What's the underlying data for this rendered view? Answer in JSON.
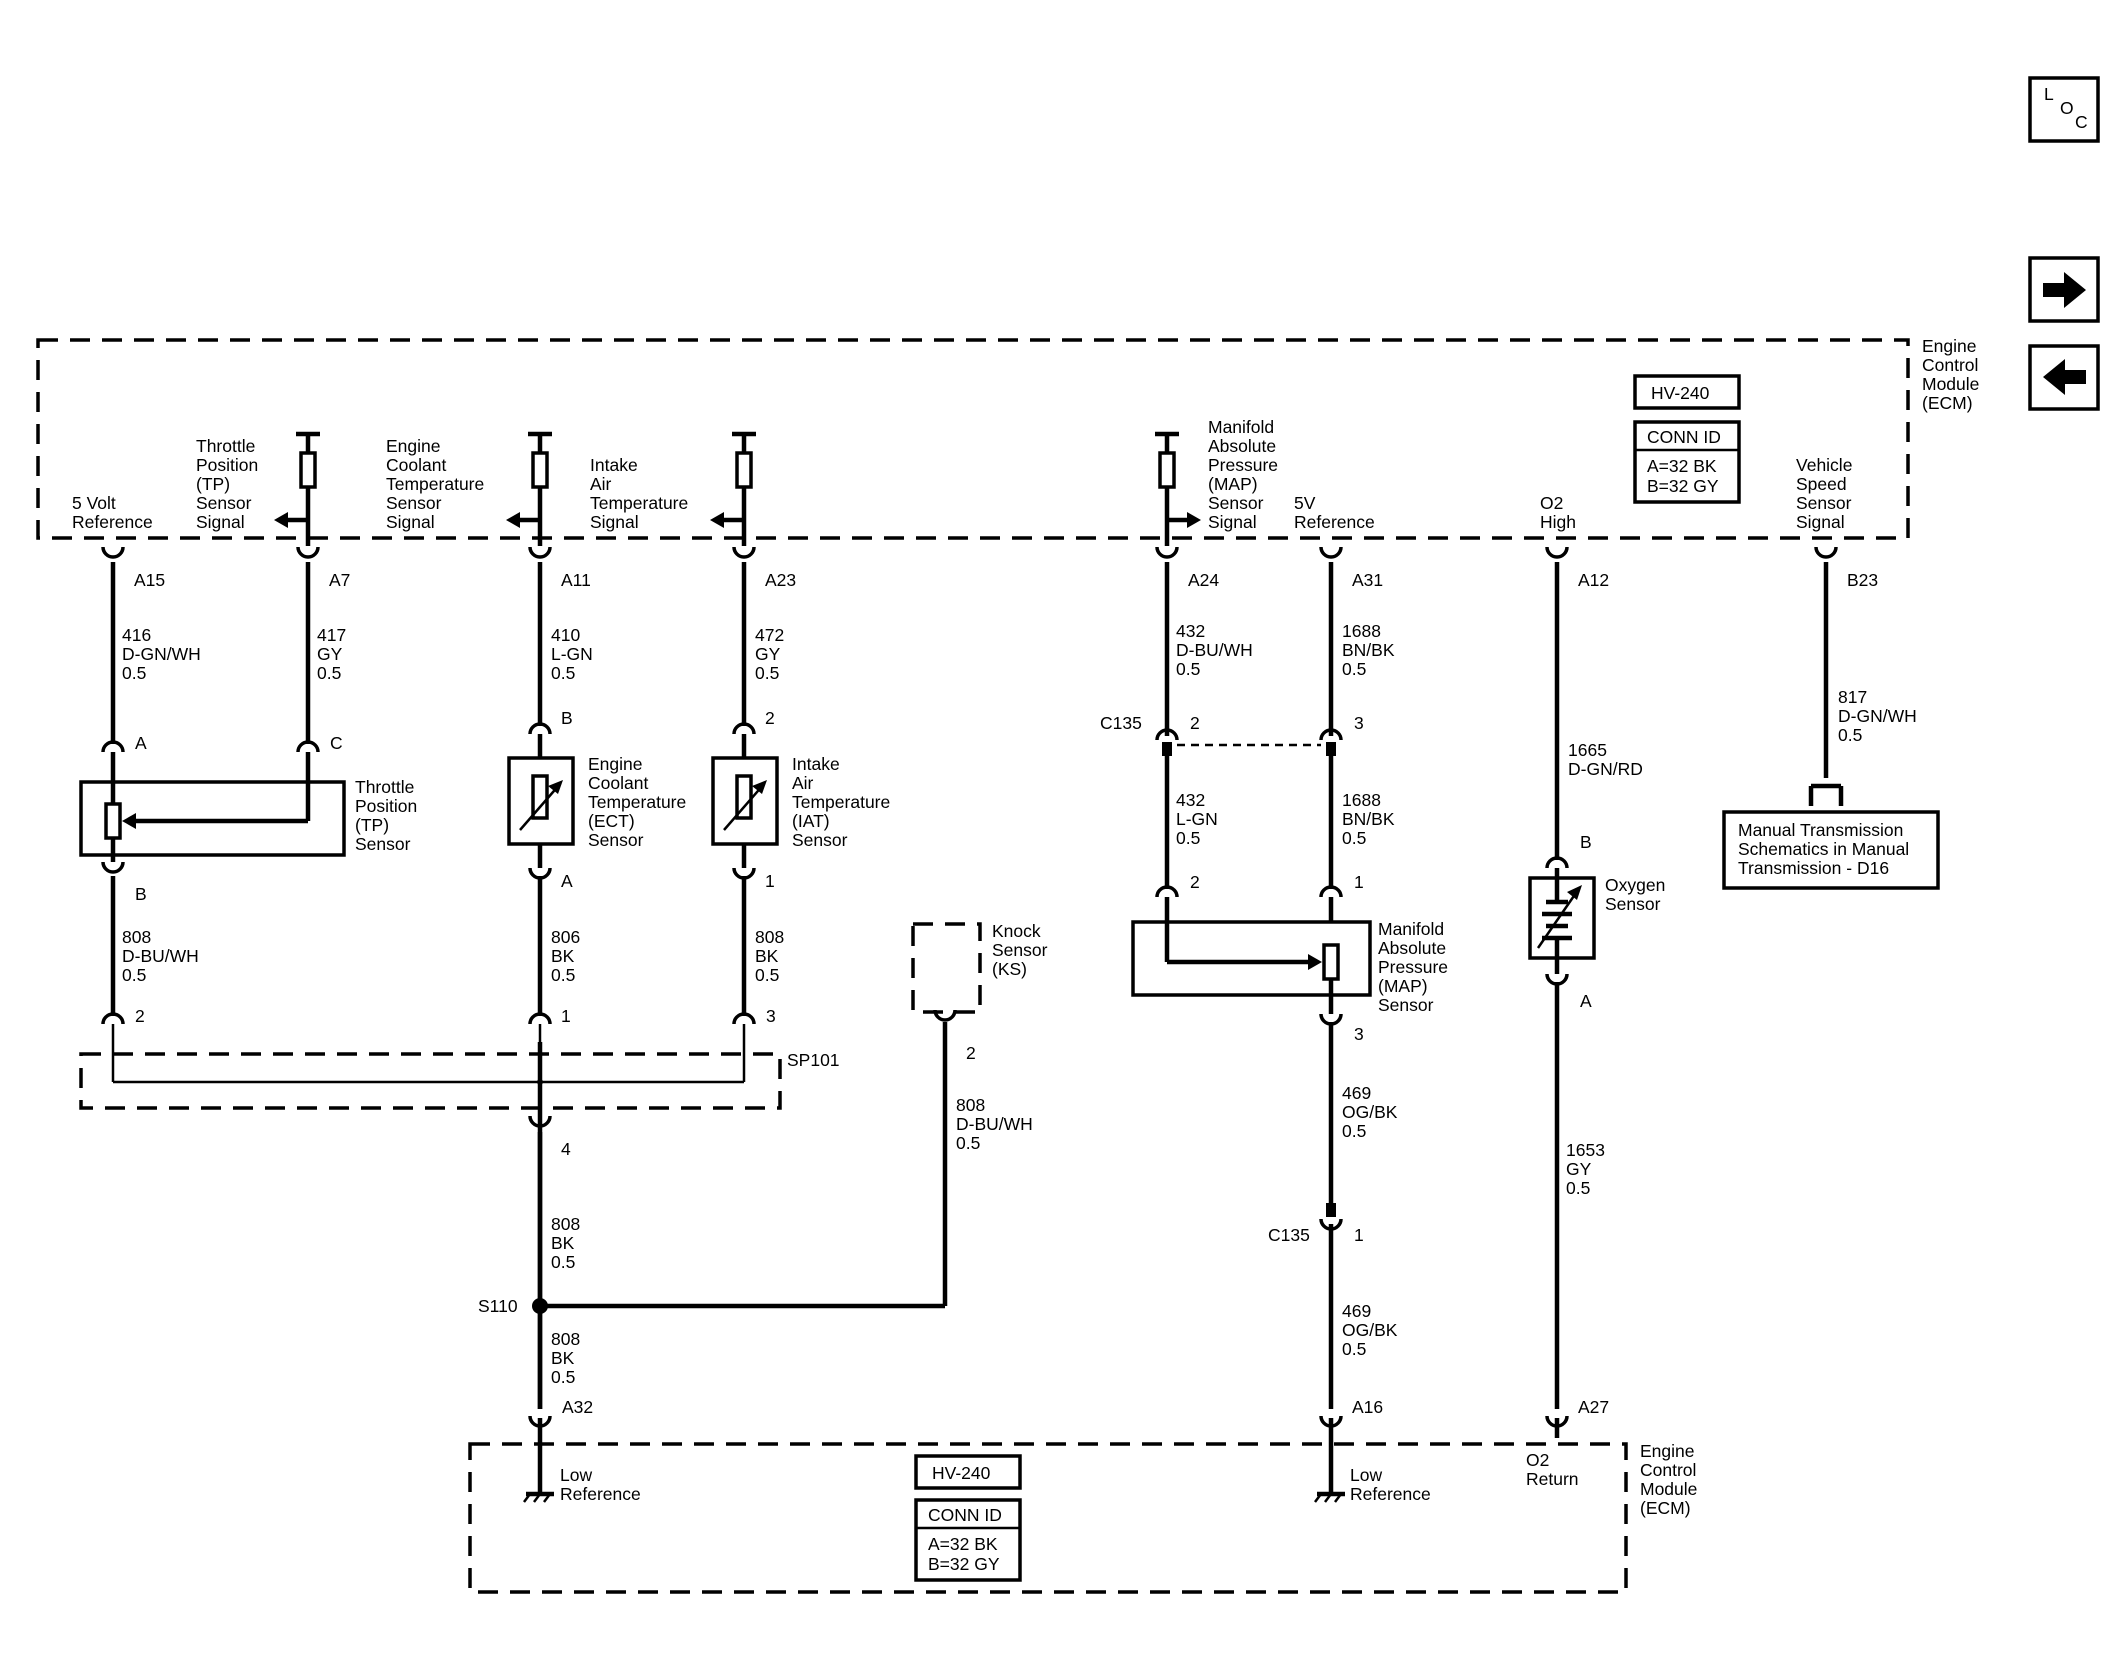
{
  "nav": {
    "loc": {
      "l": "L",
      "o": "O",
      "c": "C"
    },
    "forward_icon": "arrow-right-icon",
    "back_icon": "arrow-left-icon"
  },
  "ecm_top": {
    "name": [
      "Engine",
      "Control",
      "Module",
      "(ECM)"
    ],
    "hv": "HV-240",
    "conn_title": "CONN ID",
    "conn_a": "A=32 BK",
    "conn_b": "B=32 GY"
  },
  "ecm_bottom": {
    "name": [
      "Engine",
      "Control",
      "Module",
      "(ECM)"
    ],
    "hv": "HV-240",
    "conn_title": "CONN ID",
    "conn_a": "A=32 BK",
    "conn_b": "B=32 GY",
    "low_ref_1": [
      "Low",
      "Reference"
    ],
    "low_ref_2": [
      "Low",
      "Reference"
    ],
    "o2_return": [
      "O2",
      "Return"
    ]
  },
  "ecm_signals": {
    "five_volt_ref": [
      "5 Volt",
      "Reference"
    ],
    "tp_signal": [
      "Throttle",
      "Position",
      "(TP)",
      "Sensor",
      "Signal"
    ],
    "ect_signal": [
      "Engine",
      "Coolant",
      "Temperature",
      "Sensor",
      "Signal"
    ],
    "iat_signal": [
      "Intake",
      "Air",
      "Temperature",
      "Signal"
    ],
    "map_signal": [
      "Manifold",
      "Absolute",
      "Pressure",
      "(MAP)",
      "Sensor",
      "Signal"
    ],
    "five_v_ref": [
      "5V",
      "Reference"
    ],
    "o2_high": [
      "O2",
      "High"
    ],
    "vss_signal": [
      "Vehicle",
      "Speed",
      "Sensor",
      "Signal"
    ]
  },
  "pins": {
    "a15": "A15",
    "a7": "A7",
    "a11": "A11",
    "a23": "A23",
    "a24": "A24",
    "a31": "A31",
    "a12": "A12",
    "b23": "B23",
    "a32": "A32",
    "a16": "A16",
    "a27": "A27"
  },
  "wires": {
    "w416": [
      "416",
      "D-GN/WH",
      "0.5"
    ],
    "w417": [
      "417",
      "GY",
      "0.5"
    ],
    "w410": [
      "410",
      "L-GN",
      "0.5"
    ],
    "w472": [
      "472",
      "GY",
      "0.5"
    ],
    "w432a": [
      "432",
      "D-BU/WH",
      "0.5"
    ],
    "w1688a": [
      "1688",
      "BN/BK",
      "0.5"
    ],
    "w817": [
      "817",
      "D-GN/WH",
      "0.5"
    ],
    "w432b": [
      "432",
      "L-GN",
      "0.5"
    ],
    "w1688b": [
      "1688",
      "BN/BK",
      "0.5"
    ],
    "w1665": [
      "1665",
      "D-GN/RD"
    ],
    "w808tp": [
      "808",
      "D-BU/WH",
      "0.5"
    ],
    "w806ect": [
      "806",
      "BK",
      "0.5"
    ],
    "w808iat": [
      "808",
      "BK",
      "0.5"
    ],
    "w808ks": [
      "808",
      "D-BU/WH",
      "0.5"
    ],
    "w469a": [
      "469",
      "OG/BK",
      "0.5"
    ],
    "w1653": [
      "1653",
      "GY",
      "0.5"
    ],
    "w808s": [
      "808",
      "BK",
      "0.5"
    ],
    "w808g": [
      "808",
      "BK",
      "0.5"
    ],
    "w469b": [
      "469",
      "OG/BK",
      "0.5"
    ]
  },
  "terminals": {
    "tp_a": "A",
    "tp_c": "C",
    "tp_b": "B",
    "ect_b": "B",
    "ect_a": "A",
    "iat_2": "2",
    "iat_1": "1",
    "map_2": "2",
    "map_1": "1",
    "map_3": "3",
    "o2_b": "B",
    "o2_a": "A",
    "sp_2": "2",
    "sp_1": "1",
    "sp_3": "3",
    "sp_4": "4",
    "ks_2": "2",
    "c135_2": "2",
    "c135_3": "3",
    "c135_1": "1"
  },
  "components": {
    "tp_sensor": [
      "Throttle",
      "Position",
      "(TP)",
      "Sensor"
    ],
    "ect_sensor": [
      "Engine",
      "Coolant",
      "Temperature",
      "(ECT)",
      "Sensor"
    ],
    "iat_sensor": [
      "Intake",
      "Air",
      "Temperature",
      "(IAT)",
      "Sensor"
    ],
    "map_sensor": [
      "Manifold",
      "Absolute",
      "Pressure",
      "(MAP)",
      "Sensor"
    ],
    "o2_sensor": [
      "Oxygen",
      "Sensor"
    ],
    "knock_sensor": [
      "Knock",
      "Sensor",
      "(KS)"
    ],
    "manual_trans": [
      "Manual Transmission",
      "Schematics in Manual",
      "Transmission - D16"
    ]
  },
  "connectors": {
    "c135_top": "C135",
    "c135_bottom": "C135",
    "sp101": "SP101",
    "s110": "S110"
  }
}
